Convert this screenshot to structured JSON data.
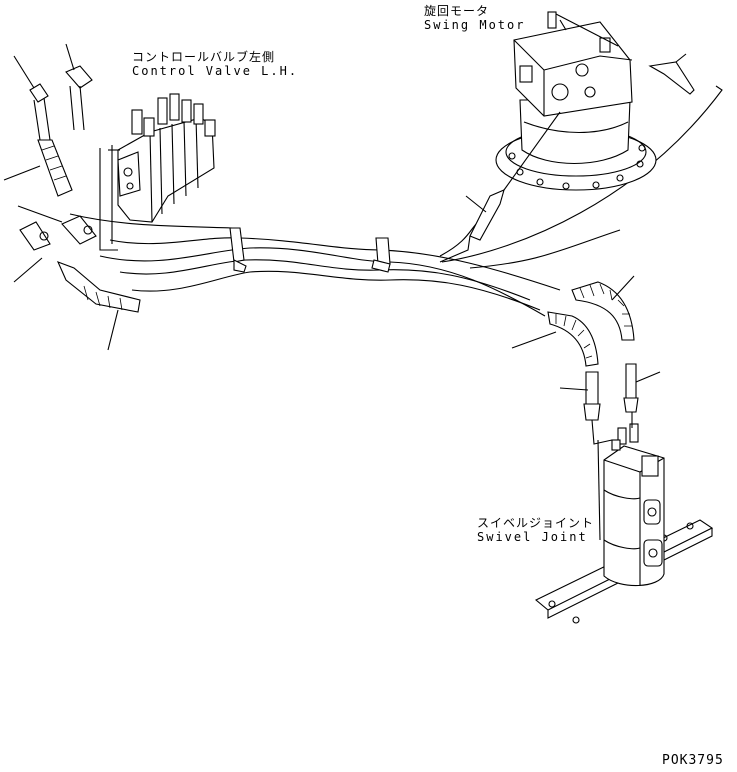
{
  "labels": {
    "swing_motor_jp": "旋回モータ",
    "swing_motor_en": "Swing Motor",
    "control_valve_jp": "コントロールバルブ左側",
    "control_valve_en": "Control Valve L.H.",
    "swivel_joint_jp": "スイベルジョイント",
    "swivel_joint_en": "Swivel Joint",
    "drawing_code": "POK3795"
  }
}
